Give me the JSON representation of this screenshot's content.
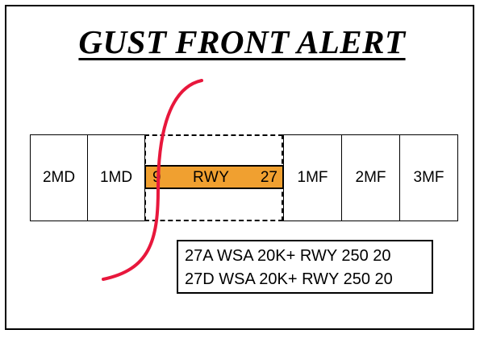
{
  "title": "GUST FRONT ALERT",
  "markers_left": [
    "2MD",
    "1MD"
  ],
  "markers_right": [
    "1MF",
    "2MF",
    "3MF"
  ],
  "runway": {
    "left_number": "9",
    "label": "RWY",
    "right_number": "27",
    "color": "#f0a030"
  },
  "alerts": [
    "27A WSA 20K+ RWY 250 20",
    "27D WSA 20K+ RWY 250 20"
  ],
  "colors": {
    "gust_front_line": "#e8173c",
    "runway_fill": "#f0a030"
  }
}
